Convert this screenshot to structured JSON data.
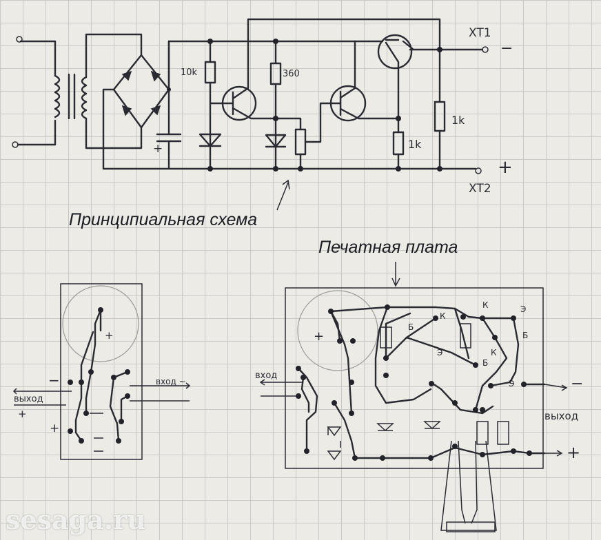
{
  "schematic": {
    "terminal_1": "XT1",
    "terminal_1_sign": "−",
    "terminal_2": "XT2",
    "terminal_2_sign": "+",
    "resistors": {
      "r1": "10k",
      "r2": "360",
      "r3": "1k",
      "r4": "1k"
    },
    "cap_plus": "+",
    "caption": "Принципиальная схема"
  },
  "pcb_small": {
    "input_label": "вход ~",
    "minus_label": "−",
    "output_label": "выход",
    "plus_label": "+",
    "plus2_label": "+",
    "cap_plus": "+"
  },
  "pcb_large": {
    "caption": "Печатная плата",
    "input_label": "вход",
    "output_label": "выход",
    "minus_label": "−",
    "plus_label": "+",
    "cap_plus": "+",
    "pin_k1": "К",
    "pin_k2": "К",
    "pin_b1": "Б",
    "pin_b2": "Б",
    "pin_e1": "Э",
    "pin_e2": "Э",
    "pin_e3": "Э",
    "pin_k3": "К",
    "pin_b3": "Б"
  },
  "watermark": "sesaga.ru"
}
